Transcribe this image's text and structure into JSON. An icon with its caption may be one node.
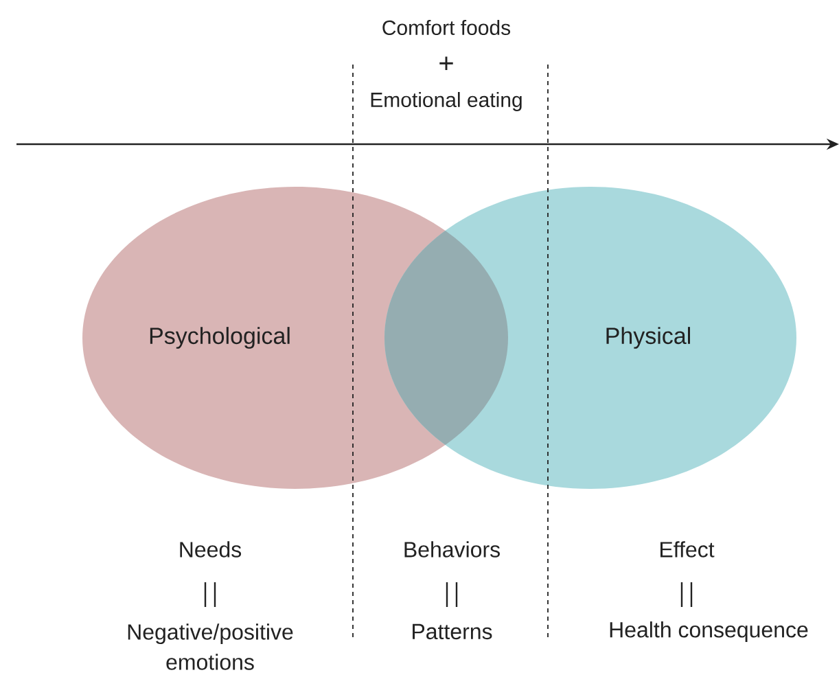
{
  "diagram": {
    "nodes": [
      {
        "text": [
          "Psychological"
        ]
      },
      {
        "text": [
          "Physical"
        ]
      }
    ],
    "labels": [
      "Comfort foods",
      "+",
      "Emotional eating",
      "Needs",
      "Behaviors",
      "Effect",
      "Negative/positive emotions",
      "Patterns",
      "Health consequence"
    ]
  }
}
